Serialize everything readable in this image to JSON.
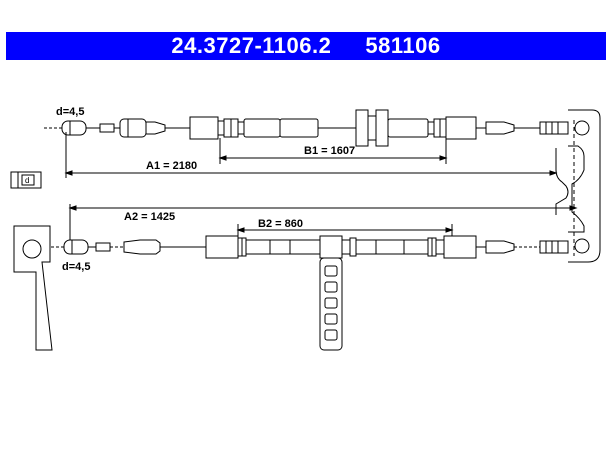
{
  "header": {
    "part_number": "24.3727-1106.2",
    "reference": "581106",
    "bg_color": "#0000ff",
    "text_color": "#ffffff"
  },
  "labels": {
    "d_top": "d=4,5",
    "d_bottom": "d=4,5",
    "a1": "A1 = 2180",
    "b1": "B1 = 1607",
    "a2": "A2 = 1425",
    "b2": "B2 = 860",
    "side_d": "d"
  }
}
